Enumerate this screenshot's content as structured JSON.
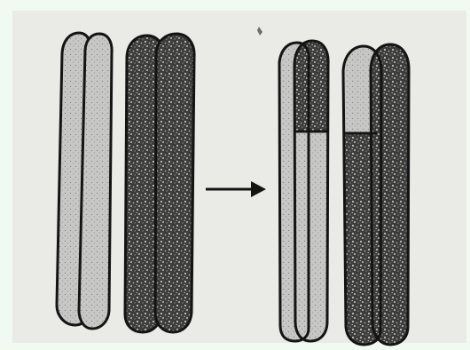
{
  "diagram": {
    "colors": {
      "background": "#f1faf0",
      "paper": "#eaeae6",
      "light_fill": "#c7c7c5",
      "dark_fill": "#3d3d3d",
      "outline": "#141414",
      "speckle": "#c2c2bb"
    },
    "panels": [
      {
        "id": "before",
        "pairs": [
          {
            "id": "light-pair",
            "pattern": "light"
          },
          {
            "id": "dark-pair",
            "pattern": "dark"
          }
        ]
      },
      {
        "id": "after",
        "pairs": [
          {
            "id": "exchanged-pair-left",
            "pattern": "light-with-dark-tip"
          },
          {
            "id": "exchanged-pair-right",
            "pattern": "dark-with-light-tip"
          }
        ]
      }
    ],
    "arrow": {
      "direction": "right",
      "from": "before",
      "to": "after"
    }
  }
}
